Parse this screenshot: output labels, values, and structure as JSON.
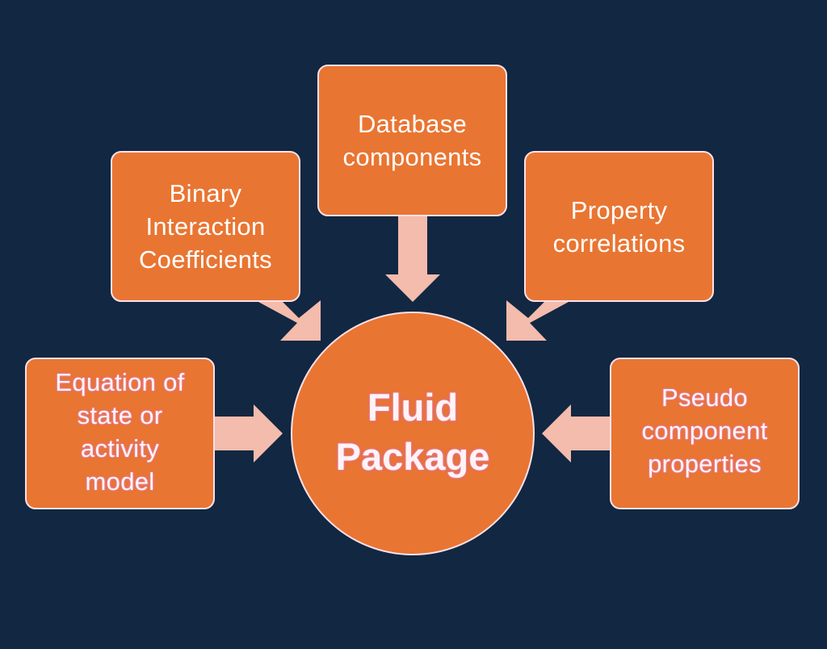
{
  "diagram": {
    "center": {
      "label": "Fluid\nPackage"
    },
    "inputs": {
      "binary": {
        "label": "Binary\nInteraction\nCoefficients"
      },
      "database": {
        "label": "Database\ncomponents"
      },
      "property": {
        "label": "Property\ncorrelations"
      },
      "equation": {
        "label": "Equation of\nstate or\nactivity\nmodel"
      },
      "pseudo": {
        "label": "Pseudo\ncomponent\nproperties"
      }
    },
    "colors": {
      "background": "#112742",
      "box_fill": "#e97532",
      "box_border": "#fbe1ea",
      "arrow_fill": "#f3bcac",
      "text": "#ffffff"
    }
  }
}
